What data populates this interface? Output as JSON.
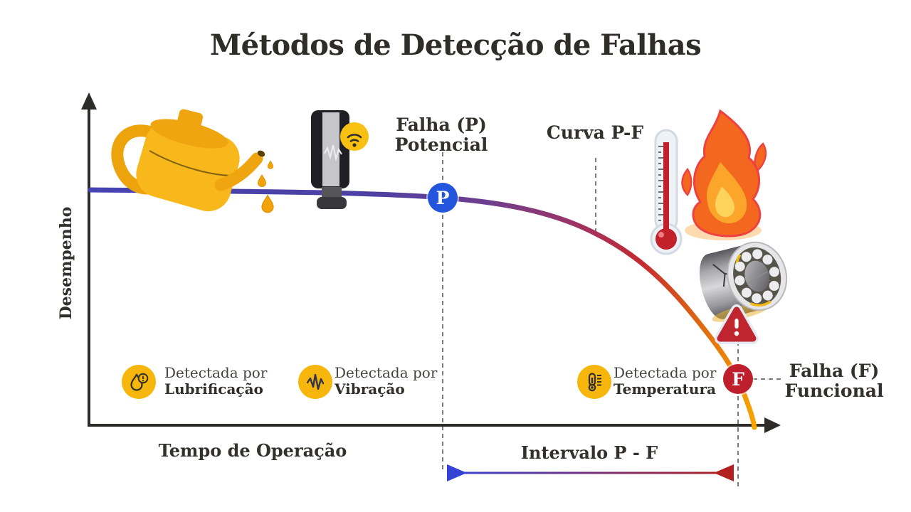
{
  "title": "Métodos de Detecção de Falhas",
  "axes": {
    "y_label": "Desempenho",
    "x_label": "Tempo de Operação"
  },
  "curve": {
    "label": "Curva P-F",
    "p_marker": "P",
    "p_label_line1": "Falha (P)",
    "p_label_line2": "Potencial",
    "f_marker": "F",
    "f_label_line1": "Falha (F)",
    "f_label_line2": "Funcional",
    "interval_label": "Intervalo P - F"
  },
  "legend": [
    {
      "icon": "oil-drop-icon",
      "line1": "Detectada por",
      "line2": "Lubrificação"
    },
    {
      "icon": "vibration-wave-icon",
      "line1": "Detectada por",
      "line2": "Vibração"
    },
    {
      "icon": "thermometer-icon",
      "line1": "Detectada por",
      "line2": "Temperatura"
    }
  ],
  "colors": {
    "text": "#33312c",
    "curve_blue": "#4643b2",
    "curve_purple": "#6e3e8e",
    "curve_red": "#c52a31",
    "curve_orange": "#f7a600",
    "p_marker_blue": "#2456dd",
    "f_marker_red": "#bf1f2c",
    "legend_yellow": "#f6b60b",
    "warning_red": "#c0242e",
    "dashed_gray": "#7c7c7c"
  }
}
